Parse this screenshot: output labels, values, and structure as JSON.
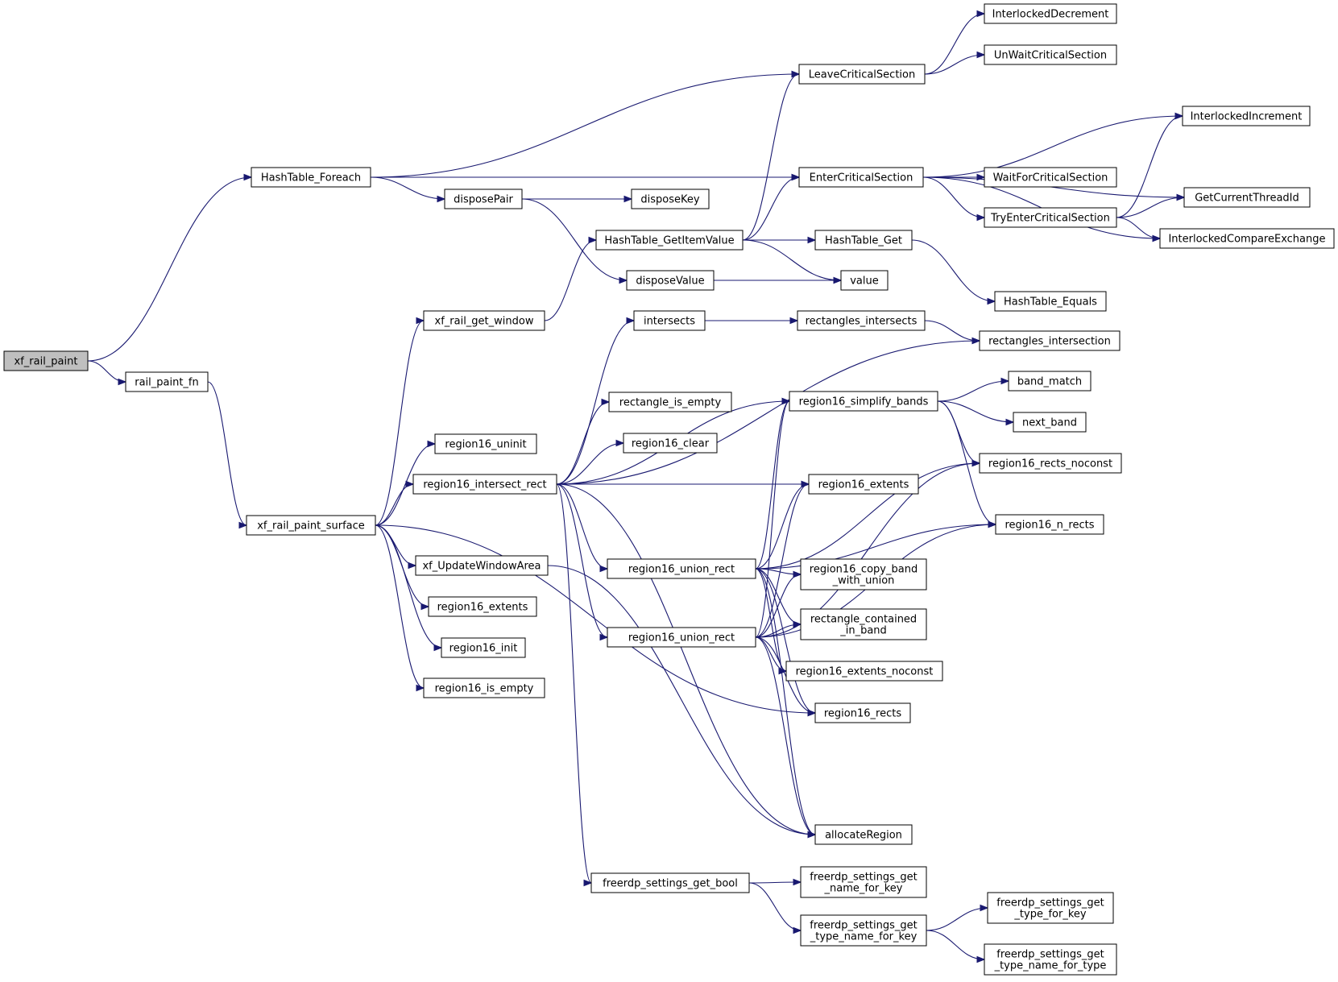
{
  "graph": {
    "edge_color": "#191970",
    "root_fill": "#bfbfbf",
    "nodes": [
      {
        "id": "n1",
        "lines": [
          "xf_rail_paint"
        ],
        "root": true
      },
      {
        "id": "n2",
        "lines": [
          "HashTable_Foreach"
        ]
      },
      {
        "id": "n3",
        "lines": [
          "rail_paint_fn"
        ]
      },
      {
        "id": "n4",
        "lines": [
          "xf_rail_paint_surface"
        ]
      },
      {
        "id": "n5",
        "lines": [
          "LeaveCriticalSection"
        ]
      },
      {
        "id": "n6",
        "lines": [
          "EnterCriticalSection"
        ]
      },
      {
        "id": "n7",
        "lines": [
          "disposePair"
        ]
      },
      {
        "id": "n8",
        "lines": [
          "disposeKey"
        ]
      },
      {
        "id": "n9",
        "lines": [
          "disposeValue"
        ]
      },
      {
        "id": "n10",
        "lines": [
          "HashTable_GetItemValue"
        ]
      },
      {
        "id": "n11",
        "lines": [
          "HashTable_Get"
        ]
      },
      {
        "id": "n12",
        "lines": [
          "value"
        ]
      },
      {
        "id": "n13",
        "lines": [
          "HashTable_Equals"
        ]
      },
      {
        "id": "n14",
        "lines": [
          "InterlockedDecrement"
        ]
      },
      {
        "id": "n15",
        "lines": [
          "UnWaitCriticalSection"
        ]
      },
      {
        "id": "n16",
        "lines": [
          "InterlockedIncrement"
        ]
      },
      {
        "id": "n17",
        "lines": [
          "WaitForCriticalSection"
        ]
      },
      {
        "id": "n18",
        "lines": [
          "GetCurrentThreadId"
        ]
      },
      {
        "id": "n19",
        "lines": [
          "TryEnterCriticalSection"
        ]
      },
      {
        "id": "n20",
        "lines": [
          "InterlockedCompareExchange"
        ]
      },
      {
        "id": "n21",
        "lines": [
          "xf_rail_get_window"
        ]
      },
      {
        "id": "n22",
        "lines": [
          "region16_uninit"
        ]
      },
      {
        "id": "n23",
        "lines": [
          "region16_intersect_rect"
        ]
      },
      {
        "id": "n24",
        "lines": [
          "xf_UpdateWindowArea"
        ]
      },
      {
        "id": "n25",
        "lines": [
          "region16_extents"
        ]
      },
      {
        "id": "n26",
        "lines": [
          "region16_init"
        ]
      },
      {
        "id": "n27",
        "lines": [
          "region16_is_empty"
        ]
      },
      {
        "id": "n28",
        "lines": [
          "intersects"
        ]
      },
      {
        "id": "n29",
        "lines": [
          "rectangles_intersects"
        ]
      },
      {
        "id": "n30",
        "lines": [
          "rectangles_intersection"
        ]
      },
      {
        "id": "n31",
        "lines": [
          "rectangle_is_empty"
        ]
      },
      {
        "id": "n32",
        "lines": [
          "region16_clear"
        ]
      },
      {
        "id": "n33",
        "lines": [
          "region16_simplify_bands"
        ]
      },
      {
        "id": "n34",
        "lines": [
          "band_match"
        ]
      },
      {
        "id": "n35",
        "lines": [
          "next_band"
        ]
      },
      {
        "id": "n36",
        "lines": [
          "region16_rects_noconst"
        ]
      },
      {
        "id": "n37",
        "lines": [
          "region16_extents"
        ]
      },
      {
        "id": "n38",
        "lines": [
          "region16_n_rects"
        ]
      },
      {
        "id": "n39",
        "lines": [
          "region16_union_rect"
        ]
      },
      {
        "id": "n40",
        "lines": [
          "region16_union_rect"
        ]
      },
      {
        "id": "n41",
        "lines": [
          "region16_copy_band",
          "_with_union"
        ]
      },
      {
        "id": "n42",
        "lines": [
          "rectangle_contained",
          "_in_band"
        ]
      },
      {
        "id": "n43",
        "lines": [
          "region16_extents_noconst"
        ]
      },
      {
        "id": "n44",
        "lines": [
          "region16_rects"
        ]
      },
      {
        "id": "n45",
        "lines": [
          "allocateRegion"
        ]
      },
      {
        "id": "n46",
        "lines": [
          "freerdp_settings_get_bool"
        ]
      },
      {
        "id": "n47",
        "lines": [
          "freerdp_settings_get",
          "_name_for_key"
        ]
      },
      {
        "id": "n48",
        "lines": [
          "freerdp_settings_get",
          "_type_name_for_key"
        ]
      },
      {
        "id": "n49",
        "lines": [
          "freerdp_settings_get",
          "_type_for_key"
        ]
      },
      {
        "id": "n50",
        "lines": [
          "freerdp_settings_get",
          "_type_name_for_type"
        ]
      }
    ],
    "edges": [
      [
        "n1",
        "n2"
      ],
      [
        "n1",
        "n3"
      ],
      [
        "n3",
        "n4"
      ],
      [
        "n2",
        "n5"
      ],
      [
        "n2",
        "n6"
      ],
      [
        "n2",
        "n7"
      ],
      [
        "n7",
        "n8"
      ],
      [
        "n7",
        "n9"
      ],
      [
        "n9",
        "n12"
      ],
      [
        "n5",
        "n14"
      ],
      [
        "n5",
        "n15"
      ],
      [
        "n6",
        "n16"
      ],
      [
        "n6",
        "n17"
      ],
      [
        "n6",
        "n18"
      ],
      [
        "n6",
        "n19"
      ],
      [
        "n6",
        "n20"
      ],
      [
        "n19",
        "n16"
      ],
      [
        "n19",
        "n18"
      ],
      [
        "n19",
        "n20"
      ],
      [
        "n10",
        "n5"
      ],
      [
        "n10",
        "n6"
      ],
      [
        "n10",
        "n11"
      ],
      [
        "n10",
        "n12"
      ],
      [
        "n11",
        "n13"
      ],
      [
        "n4",
        "n21"
      ],
      [
        "n21",
        "n10"
      ],
      [
        "n4",
        "n22"
      ],
      [
        "n4",
        "n23"
      ],
      [
        "n4",
        "n24"
      ],
      [
        "n4",
        "n25"
      ],
      [
        "n4",
        "n26"
      ],
      [
        "n4",
        "n27"
      ],
      [
        "n4",
        "n44"
      ],
      [
        "n23",
        "n28"
      ],
      [
        "n23",
        "n30"
      ],
      [
        "n23",
        "n31"
      ],
      [
        "n23",
        "n32"
      ],
      [
        "n23",
        "n33"
      ],
      [
        "n23",
        "n37"
      ],
      [
        "n23",
        "n39"
      ],
      [
        "n23",
        "n40"
      ],
      [
        "n23",
        "n45"
      ],
      [
        "n23",
        "n46"
      ],
      [
        "n28",
        "n29"
      ],
      [
        "n29",
        "n30"
      ],
      [
        "n33",
        "n34"
      ],
      [
        "n33",
        "n35"
      ],
      [
        "n33",
        "n36"
      ],
      [
        "n33",
        "n38"
      ],
      [
        "n39",
        "n33"
      ],
      [
        "n39",
        "n36"
      ],
      [
        "n39",
        "n37"
      ],
      [
        "n39",
        "n38"
      ],
      [
        "n39",
        "n41"
      ],
      [
        "n39",
        "n42"
      ],
      [
        "n39",
        "n43"
      ],
      [
        "n39",
        "n44"
      ],
      [
        "n39",
        "n45"
      ],
      [
        "n40",
        "n33"
      ],
      [
        "n40",
        "n36"
      ],
      [
        "n40",
        "n37"
      ],
      [
        "n40",
        "n38"
      ],
      [
        "n40",
        "n41"
      ],
      [
        "n40",
        "n42"
      ],
      [
        "n40",
        "n43"
      ],
      [
        "n40",
        "n44"
      ],
      [
        "n40",
        "n45"
      ],
      [
        "n24",
        "n45"
      ],
      [
        "n46",
        "n47"
      ],
      [
        "n46",
        "n48"
      ],
      [
        "n48",
        "n49"
      ],
      [
        "n48",
        "n50"
      ]
    ]
  }
}
